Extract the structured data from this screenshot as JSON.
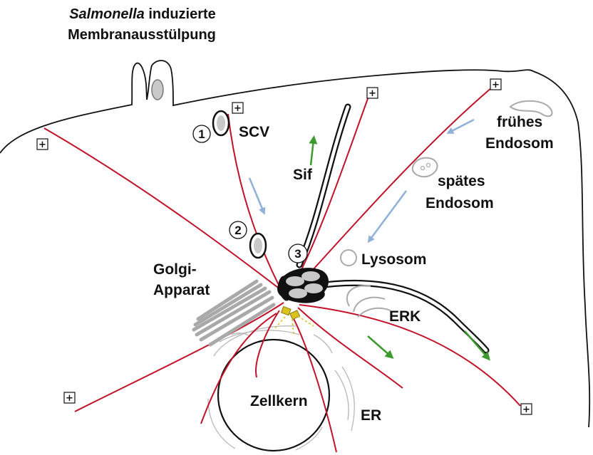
{
  "title": {
    "italic": "Salmonella",
    "rest": " induzierte",
    "line2": "Membranausstülpung"
  },
  "labels": {
    "scv": "SCV",
    "sif": "Sif",
    "fruehes": "frühes",
    "endosom1": "Endosom",
    "spaetes": "spätes",
    "endosom2": "Endosom",
    "lysosom": "Lysosom",
    "golgi1": "Golgi-",
    "golgi2": "Apparat",
    "erk": "ERK",
    "zellkern": "Zellkern",
    "er": "ER"
  },
  "steps": [
    "1",
    "2",
    "3"
  ],
  "plus_symbol": "+",
  "colors": {
    "microtubule": "#c0132a",
    "transport_arrow": "#8fb1d8",
    "extension_arrow": "#3c9a2e",
    "vesicle_fill": "#c9c9c9",
    "golgi": "#a9a9a9",
    "mtoc": "#d9c21e",
    "outline": "#111111"
  }
}
